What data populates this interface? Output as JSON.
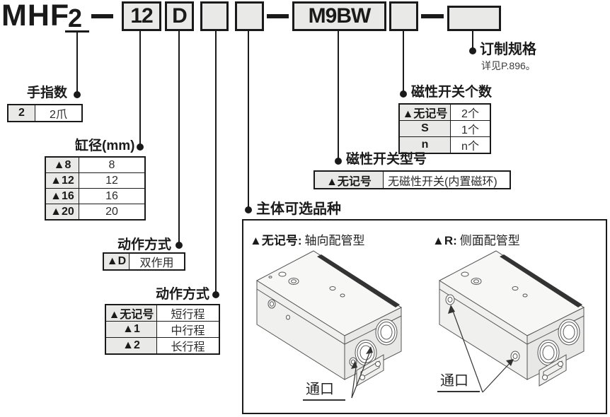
{
  "code_row": {
    "prefix": "MHF",
    "fingers": "2",
    "dash": "-",
    "bore": "12",
    "action": "D",
    "blank_stroke": "",
    "blank_body": "",
    "switch_model": "M9BW",
    "blank_switch_qty": "",
    "blank_custom": ""
  },
  "callouts": {
    "fingers": {
      "title": "手指数",
      "rows": [
        {
          "code": "2",
          "desc": "2爪"
        }
      ]
    },
    "bore": {
      "title": "缸径(mm)",
      "rows": [
        {
          "code": "▲8",
          "desc": "8"
        },
        {
          "code": "▲12",
          "desc": "12"
        },
        {
          "code": "▲16",
          "desc": "16"
        },
        {
          "code": "▲20",
          "desc": "20"
        }
      ]
    },
    "action": {
      "title": "动作方式",
      "rows": [
        {
          "code": "▲D",
          "desc": "双作用"
        }
      ]
    },
    "stroke": {
      "title": "动作方式",
      "rows": [
        {
          "code": "▲无记号",
          "desc": "短行程"
        },
        {
          "code": "▲1",
          "desc": "中行程"
        },
        {
          "code": "▲2",
          "desc": "长行程"
        }
      ]
    },
    "switch_qty": {
      "title": "磁性开关个数",
      "rows": [
        {
          "code": "▲无记号",
          "desc": "2个"
        },
        {
          "code": "S",
          "desc": "1个"
        },
        {
          "code": "n",
          "desc": "n个"
        }
      ]
    },
    "switch_model": {
      "title": "磁性开关型号",
      "rows": [
        {
          "code": "▲无记号",
          "desc": "无磁性开关(内置磁环)"
        }
      ]
    },
    "custom_spec": {
      "title": "订制规格",
      "note": "详见P.896。"
    },
    "body_options": {
      "title": "主体可选品种",
      "axial": {
        "code": "▲无记号:",
        "label": "轴向配管型",
        "port": "通口"
      },
      "side": {
        "code": "▲R:",
        "label": "侧面配管型",
        "port": "通口"
      }
    }
  },
  "colors": {
    "box_fill": "#e9e9e7",
    "line": "#1a1a1a"
  }
}
